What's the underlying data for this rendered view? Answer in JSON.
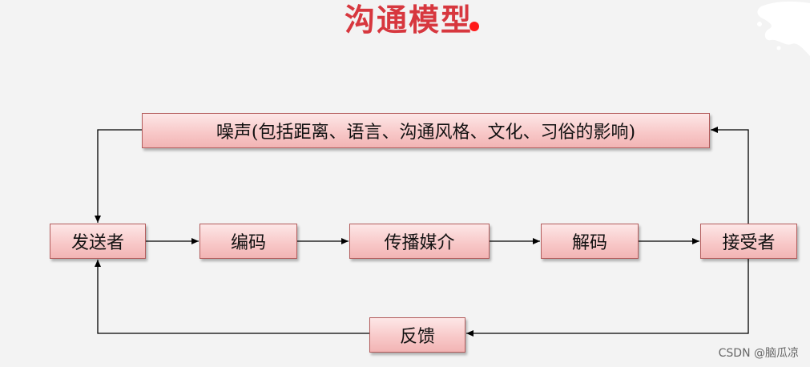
{
  "title": "沟通模型",
  "nodes": {
    "noise": "噪声(包括距离、语言、沟通风格、文化、习俗的影响)",
    "sender": "发送者",
    "encode": "编码",
    "medium": "传播媒介",
    "decode": "解码",
    "receiver": "接受者",
    "feedback": "反馈"
  },
  "watermark": "CSDN @脑瓜凉",
  "colors": {
    "title": "#d7373e",
    "box_fill": "#f8c9c9",
    "box_border": "#b35c5c"
  }
}
